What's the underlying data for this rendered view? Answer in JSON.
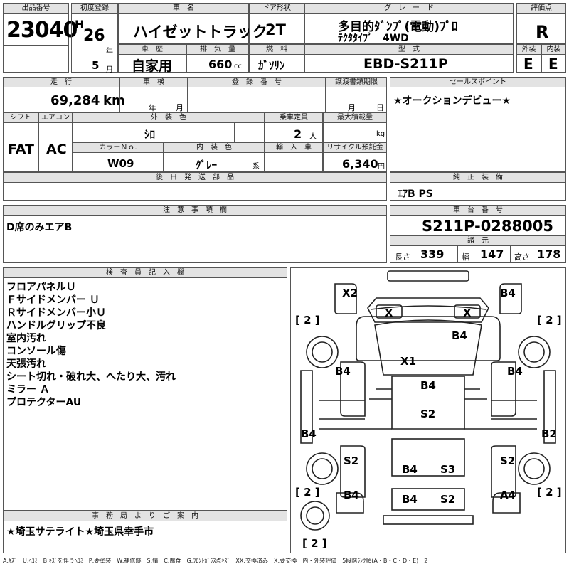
{
  "labels": {
    "lot_no": "出品番号",
    "first_reg": "初度登録",
    "car_name": "車　名",
    "doors": "ドア形状",
    "grade": "グ　レ　ー　ド",
    "score": "評価点",
    "history": "車　歴",
    "displacement": "排　気　量",
    "fuel": "燃　料",
    "model": "型　式",
    "exterior": "外装",
    "interior": "内装",
    "mileage": "走　行",
    "inspection": "車　検",
    "reg_no": "登　録　番　号",
    "transfer_deadline": "譲渡書類期限",
    "sales_point": "セールスポイント",
    "shift": "シフト",
    "ac": "エアコン",
    "ext_color": "外　装　色",
    "capacity": "乗車定員",
    "max_load": "最大積載量",
    "color_no": "カラーＮｏ.",
    "int_color": "内　装　色",
    "import": "輸　入　車",
    "recycle": "リサイクル預託金",
    "later_parts": "後　日　発　送　部　品",
    "genuine_equip": "純　正　装　備",
    "notes": "注　意　事　項　欄",
    "chassis_no": "車　台　番　号",
    "specs": "諸　元",
    "inspector": "検　査　員　記　入　欄",
    "office_info": "事　務　局　よ　り　ご　案　内"
  },
  "values": {
    "lot_no": "23040",
    "era": "H",
    "year": "26",
    "year_unit": "年",
    "month": "5",
    "month_unit": "月",
    "car_name": "ハイゼットトラック",
    "doors": "2T",
    "grade_line1": "多目的ﾀﾞﾝﾌﾟ(電動)ﾌﾟﾛ",
    "grade_line2": "ﾃｸﾀﾀｲﾌﾟ　4WD",
    "score": "R",
    "history": "自家用",
    "displacement": "660",
    "displacement_unit": "cc",
    "fuel": "ｶﾞｿﾘﾝ",
    "model": "EBD-S211P",
    "exterior": "E",
    "interior": "E",
    "mileage": "69,284",
    "mileage_unit": "km",
    "inspection_year_unit": "年",
    "inspection_month_unit": "月",
    "transfer_month_unit": "月",
    "transfer_day_unit": "日",
    "sales_point": "★オークションデビュー★",
    "shift": "FAT",
    "ac": "AC",
    "ext_color": "ｼﾛ",
    "capacity": "2",
    "capacity_unit": "人",
    "max_load_unit": "kg",
    "color_no": "W09",
    "int_color": "ｸﾞﾚｰ",
    "int_color_unit": "系",
    "recycle": "6,340",
    "recycle_unit": "円",
    "genuine_equip": "ｴｱB PS",
    "notes": "D席のみエアB",
    "chassis_no": "S211P-0288005",
    "length_label": "長さ",
    "length": "339",
    "width_label": "幅",
    "width": "147",
    "height_label": "高さ",
    "height": "178",
    "inspector_notes": [
      "フロアパネルＵ",
      "Ｆサイドメンバー Ｕ",
      "Ｒサイドメンバー小Ｕ",
      "ハンドルグリップ不良",
      "室内汚れ",
      "コンソール傷",
      "天張汚れ",
      "シート切れ・破れ大、へたり大、汚れ",
      "ミラー Ａ",
      "プロテクターAU"
    ],
    "office_info": "★埼玉サテライト★埼玉県幸手市",
    "legend": "A:ｷｽﾞ　U:ﾍｺﾐ　B:ｷｽﾞを伴うﾍｺﾐ　P:要塗装　W:補修跡　S:錆　C:腐食　G:ﾌﾛﾝﾄｶﾞﾗｽ点ｷｽﾞ　XX:交換済み　X:要交換　内・外装評価　5段階ﾗﾝｸ順(A・B・C・D・E)　2"
  },
  "diagram": {
    "marks": [
      "X2",
      "B4",
      "X",
      "X",
      "B4",
      "X1",
      "B4",
      "B4",
      "B4",
      "S2",
      "B4",
      "B2",
      "S2",
      "B4",
      "S3",
      "S2",
      "B4",
      "B4",
      "S2",
      "A4"
    ],
    "tires": [
      "[ 2 ]",
      "[ 2 ]",
      "[ 2 ]",
      "[ 2 ]",
      "[ 2 ]"
    ]
  }
}
